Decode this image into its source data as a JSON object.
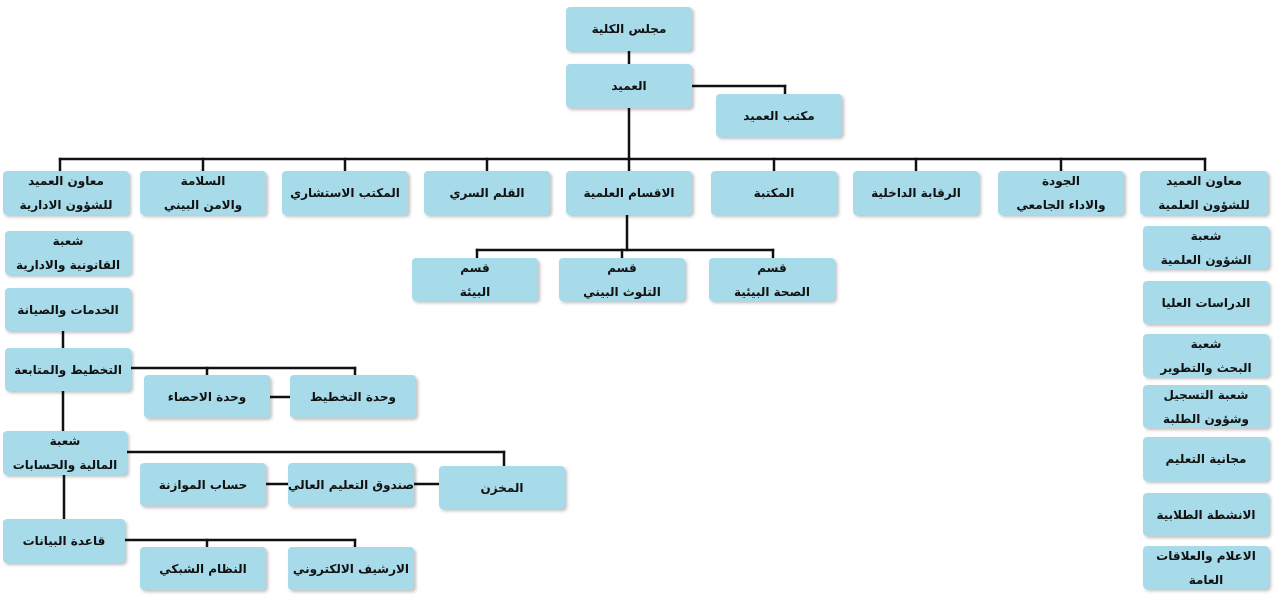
{
  "nodes": {
    "council": "مجلس الكلية",
    "dean": "العميد",
    "dean_office": "مكتب العميد",
    "admin_vice": "معاون العميد\nللشؤون الادارية",
    "safety": "السلامة\nوالامن البيني",
    "consultant": "المكتب الاستشاري",
    "secret": "القلم السري",
    "sci_depts": "الاقسام العلمية",
    "library": "المكتبة",
    "internal_audit": "الرقابة الداخلية",
    "quality": "الجودة\nوالاداء الجامعي",
    "sci_vice": "معاون العميد\nللشؤون العلمية",
    "dept_env": "قسم\nالبيئة",
    "dept_pollution": "قسم\nالتلوث البيني",
    "dept_health": "قسم\nالصحة البيئية",
    "legal": "شعبة\nالقانونية والادارية",
    "services": "الخدمات والصيانة",
    "planning": "التخطيط والمتابعة",
    "stats_unit": "وحدة الاحصاء",
    "plan_unit": "وحدة التخطيط",
    "finance": "شعبة\nالمالية والحسابات",
    "budget": "حساب الموازنة",
    "higher_fund": "صندوق التعليم العالي",
    "store": "المخزن",
    "database": "قاعدة البيانات",
    "network": "النظام الشبكي",
    "archive": "الارشيف الالكتروني",
    "sci_affairs": "شعبة\nالشؤون العلمية",
    "grad": "الدراسات العليا",
    "research": "شعبة\nالبحث والتطوير",
    "registration": "شعبة التسجيل\nوشؤون الطلبة",
    "free_edu": "مجانية التعليم",
    "activities": "الانشطة الطلابية",
    "media": "الاعلام والعلاقات العامة"
  }
}
